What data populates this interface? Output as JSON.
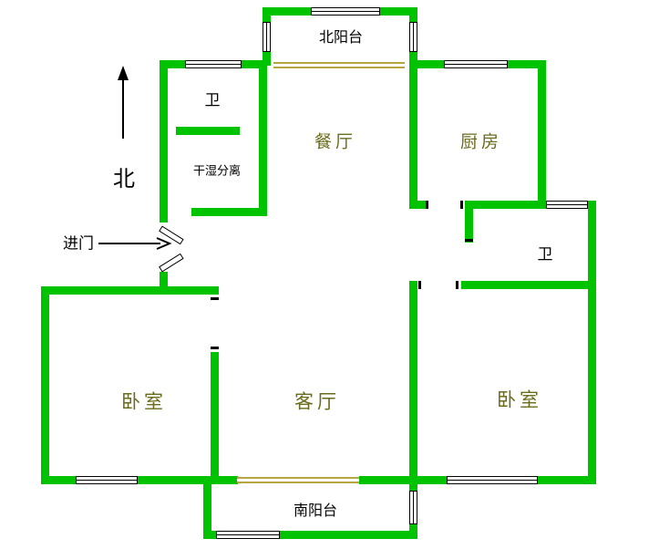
{
  "colors": {
    "wall": "#00c300",
    "window_frame": "#000000",
    "sliding_door": "#b5a642",
    "room_label": "#6b6b1e",
    "text": "#000000"
  },
  "labels": {
    "north_balcony": "北阳台",
    "bath_top": "卫",
    "dry_wet_separation": "干湿分离",
    "north": "北",
    "entrance": "进门",
    "dining_room": "餐厅",
    "kitchen": "厨房",
    "bath_right": "卫",
    "bedroom_left": "卧室",
    "living_room": "客厅",
    "bedroom_right": "卧室",
    "south_balcony": "南阳台"
  }
}
